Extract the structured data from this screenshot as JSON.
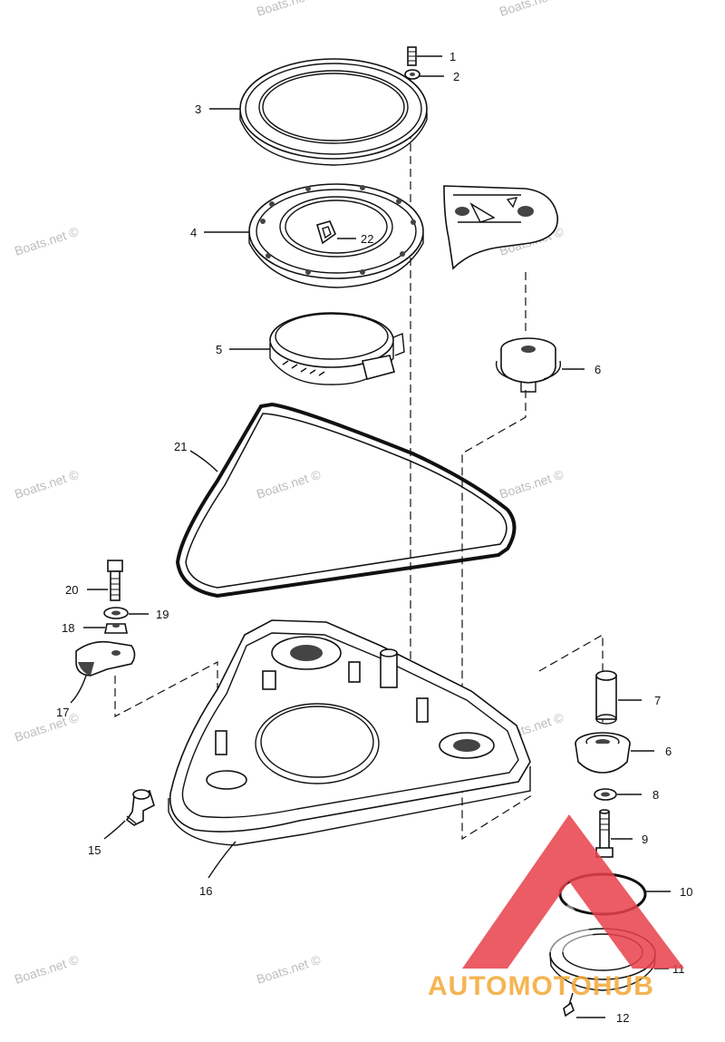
{
  "brand": {
    "logo_text": "AUTOMOTOHUB",
    "logo_color": "#f4a736",
    "logo_accent": "#e8404a"
  },
  "watermark": {
    "text": "Boats.net ©",
    "color": "#bdbdbd"
  },
  "callouts": [
    {
      "id": "1",
      "label": "1"
    },
    {
      "id": "2",
      "label": "2"
    },
    {
      "id": "3",
      "label": "3"
    },
    {
      "id": "4",
      "label": "4"
    },
    {
      "id": "5",
      "label": "5"
    },
    {
      "id": "6a",
      "label": "6"
    },
    {
      "id": "6b",
      "label": "6"
    },
    {
      "id": "7",
      "label": "7"
    },
    {
      "id": "8",
      "label": "8"
    },
    {
      "id": "9",
      "label": "9"
    },
    {
      "id": "10",
      "label": "10"
    },
    {
      "id": "11",
      "label": "11"
    },
    {
      "id": "12",
      "label": "12"
    },
    {
      "id": "15",
      "label": "15"
    },
    {
      "id": "16",
      "label": "16"
    },
    {
      "id": "17",
      "label": "17"
    },
    {
      "id": "18",
      "label": "18"
    },
    {
      "id": "19",
      "label": "19"
    },
    {
      "id": "20",
      "label": "20"
    },
    {
      "id": "21",
      "label": "21"
    },
    {
      "id": "22",
      "label": "22"
    }
  ]
}
